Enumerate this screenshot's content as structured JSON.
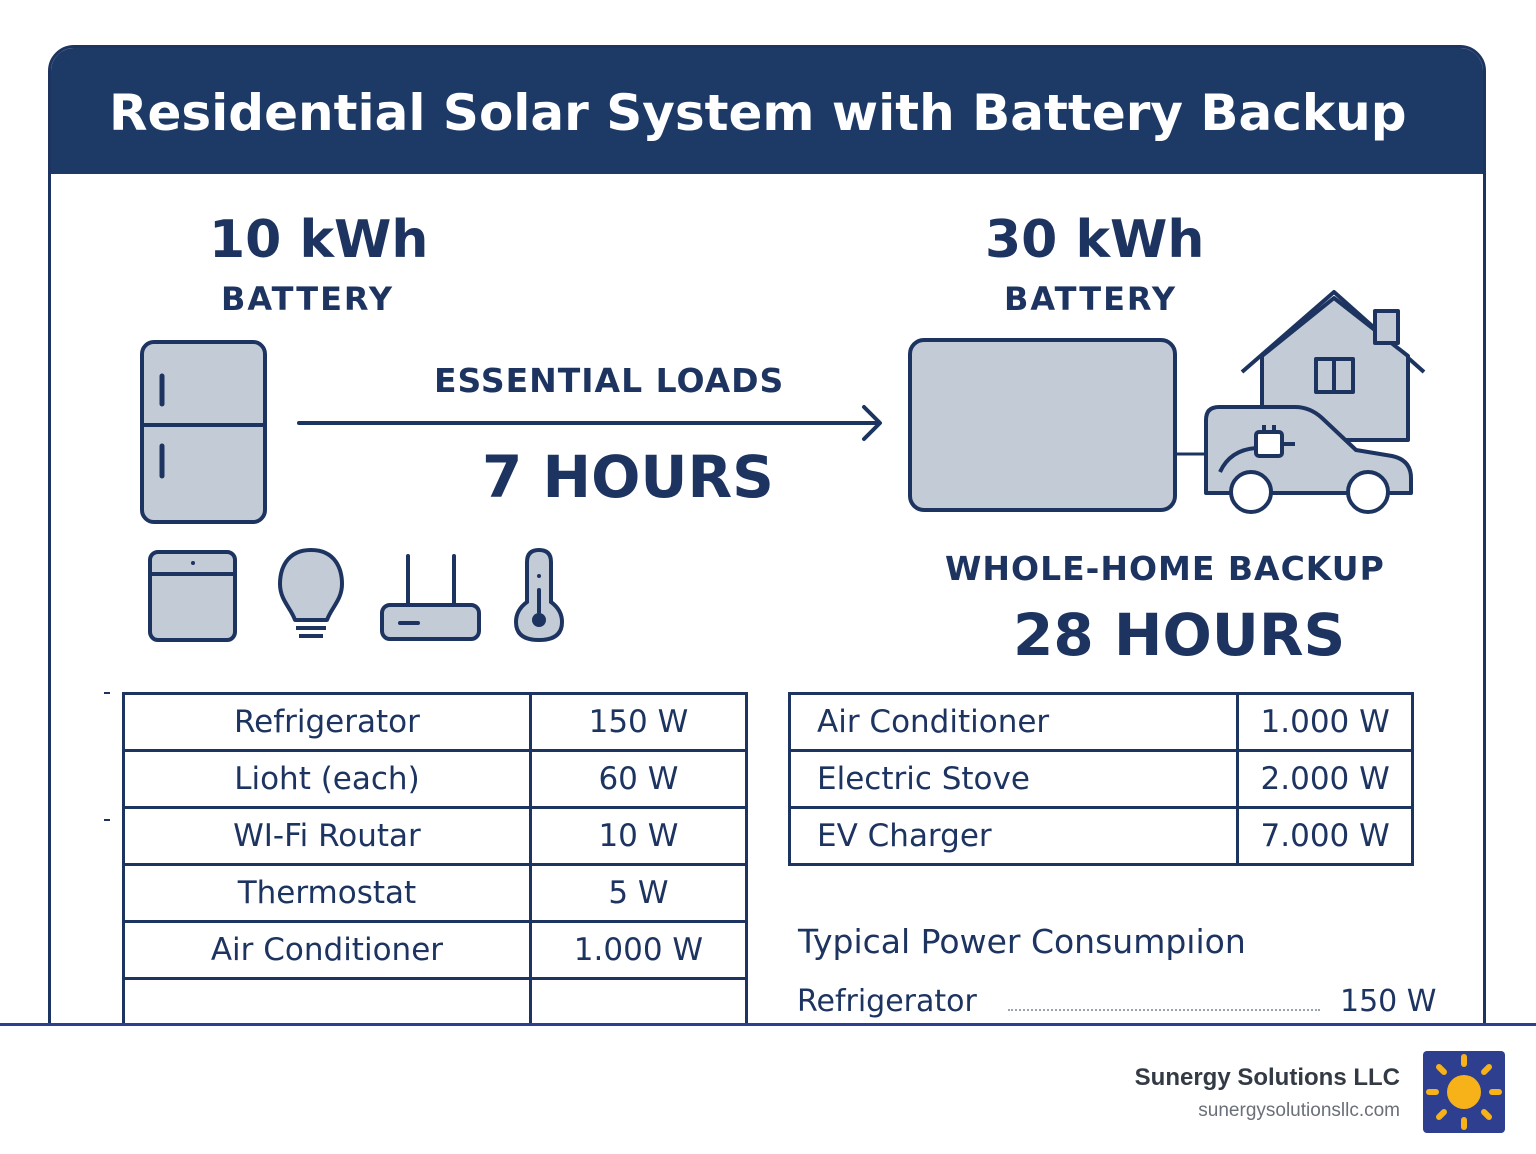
{
  "title": "Residential Solar System with Battery Backup",
  "left_battery": {
    "capacity": "10 kWh",
    "label": "BATTERY"
  },
  "right_battery": {
    "capacity": "30 kWh",
    "label": "BATTERY"
  },
  "essential": {
    "label": "ESSENTIAL LOADS",
    "hours": "7 HOURS"
  },
  "whole_home": {
    "label": "WHOLE-HOME BACKUP",
    "hours": "28 HOURS"
  },
  "left_table": [
    {
      "item": "Refrigerator",
      "watts": "150 W"
    },
    {
      "item": "Lioht (each)",
      "watts": "60 W"
    },
    {
      "item": "WI-Fi Routar",
      "watts": "10 W"
    },
    {
      "item": "Thermostat",
      "watts": "5 W"
    },
    {
      "item": "Air Conditioner",
      "watts": "1.000 W"
    },
    {
      "item": "",
      "watts": ""
    }
  ],
  "right_table": [
    {
      "item": "Air Conditioner",
      "watts": "1.000 W"
    },
    {
      "item": "Electric Stove",
      "watts": "2.000 W"
    },
    {
      "item": "EV Charger",
      "watts": "7.000 W"
    }
  ],
  "typical": {
    "heading": "Typical Power Consumpıion",
    "item": "Refrigerator",
    "watts": "150 W"
  },
  "footer": {
    "company": "Sunergy Solutions LLC",
    "url": "sunergysolutionsllc.com"
  },
  "colors": {
    "navy": "#1d3a66",
    "icon_fill": "#c3ccd6",
    "logo_bg": "#2e3f8f",
    "sun": "#f7b21a"
  },
  "icons": [
    "refrigerator-icon",
    "arrow-right-icon",
    "battery-pack-icon",
    "house-icon",
    "electric-car-icon",
    "oven-icon",
    "light-bulb-icon",
    "wifi-router-icon",
    "thermometer-icon",
    "sun-logo-icon"
  ]
}
